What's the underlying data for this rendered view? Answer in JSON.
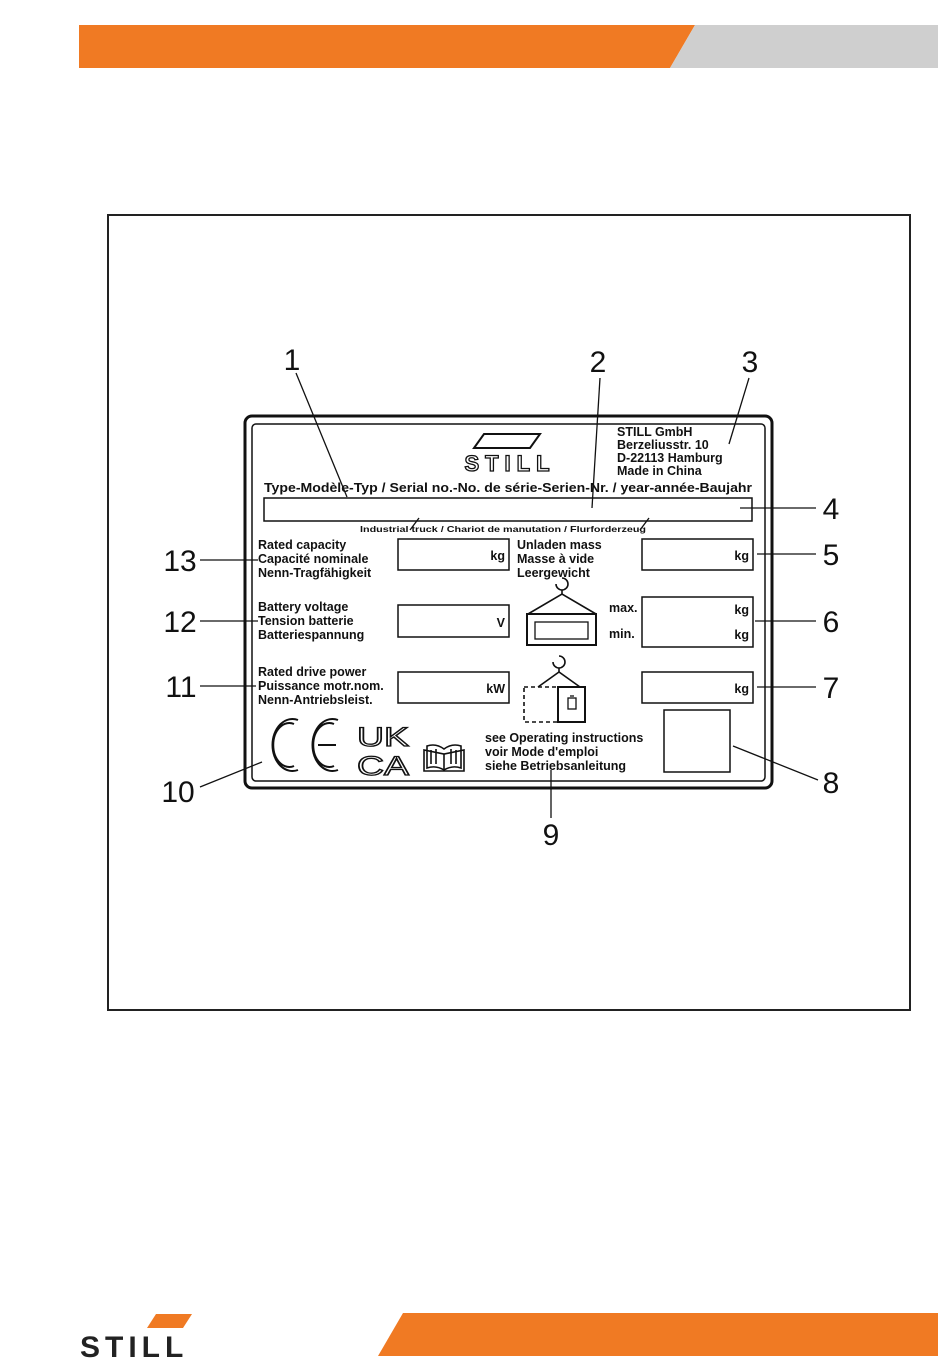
{
  "brand": {
    "name": "STILL",
    "accent_color": "#F07A23",
    "header_gray": "#CFCFCF"
  },
  "plate": {
    "logo_text": "STILL",
    "manufacturer": {
      "line1": "STILL GmbH",
      "line2": "Berzeliusstr. 10",
      "line3": "D-22113 Hamburg",
      "line4": "Made  in  China"
    },
    "type_row_label": "Type-Modèle-Typ / Serial no.-No. de série-Serien-Nr. / year-année-Baujahr",
    "industrial_truck_label": "Industrial truck / Chariot de manutation / Flurforderzeug",
    "rated_capacity": [
      "Rated capacity",
      "Capacité nominale",
      "Nenn-Tragfähigkeit"
    ],
    "unladen_mass": [
      "Unladen mass",
      "Masse à vide",
      "Leergewicht"
    ],
    "battery_voltage": [
      "Battery voltage",
      "Tension batterie",
      "Batteriespannung"
    ],
    "rated_drive_power": [
      "Rated drive power",
      "Puissance motr.nom.",
      "Nenn-Antriebsleist."
    ],
    "operating_instructions": [
      "see Operating instructions",
      "voir Mode d'emploi",
      "siehe Betriebsanleitung"
    ],
    "units": {
      "kg": "kg",
      "volt": "V",
      "kw": "kW"
    },
    "max_label": "max.",
    "min_label": "min.",
    "marks": {
      "ce": "CE",
      "ukca_top": "UK",
      "ukca_bottom": "CA"
    }
  },
  "callouts": [
    "1",
    "2",
    "3",
    "4",
    "5",
    "6",
    "7",
    "8",
    "9",
    "10",
    "11",
    "12",
    "13"
  ]
}
